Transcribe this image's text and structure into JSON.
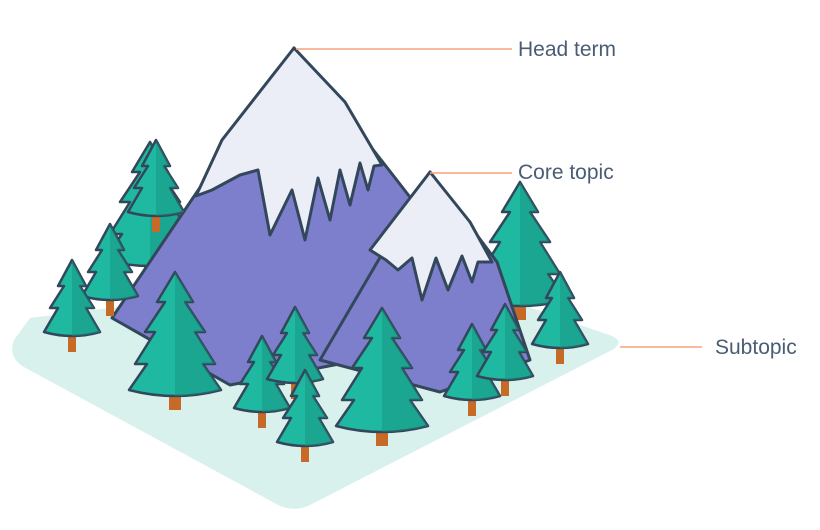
{
  "labels": {
    "head_term": "Head term",
    "core_topic": "Core topic",
    "subtopic": "Subtopic"
  },
  "colors": {
    "label_text": "#4a5d75",
    "leader_line": "#f5a27d",
    "ground": "#d8f1ec",
    "mountain": "#7d7fcd",
    "mountain_dark": "#6a6bb9",
    "snow": "#eceef7",
    "snow_shade": "#d3d6ea",
    "tree": "#1fb8a1",
    "tree_dark": "#15907f",
    "trunk": "#c76a28",
    "outline": "#33475b"
  }
}
